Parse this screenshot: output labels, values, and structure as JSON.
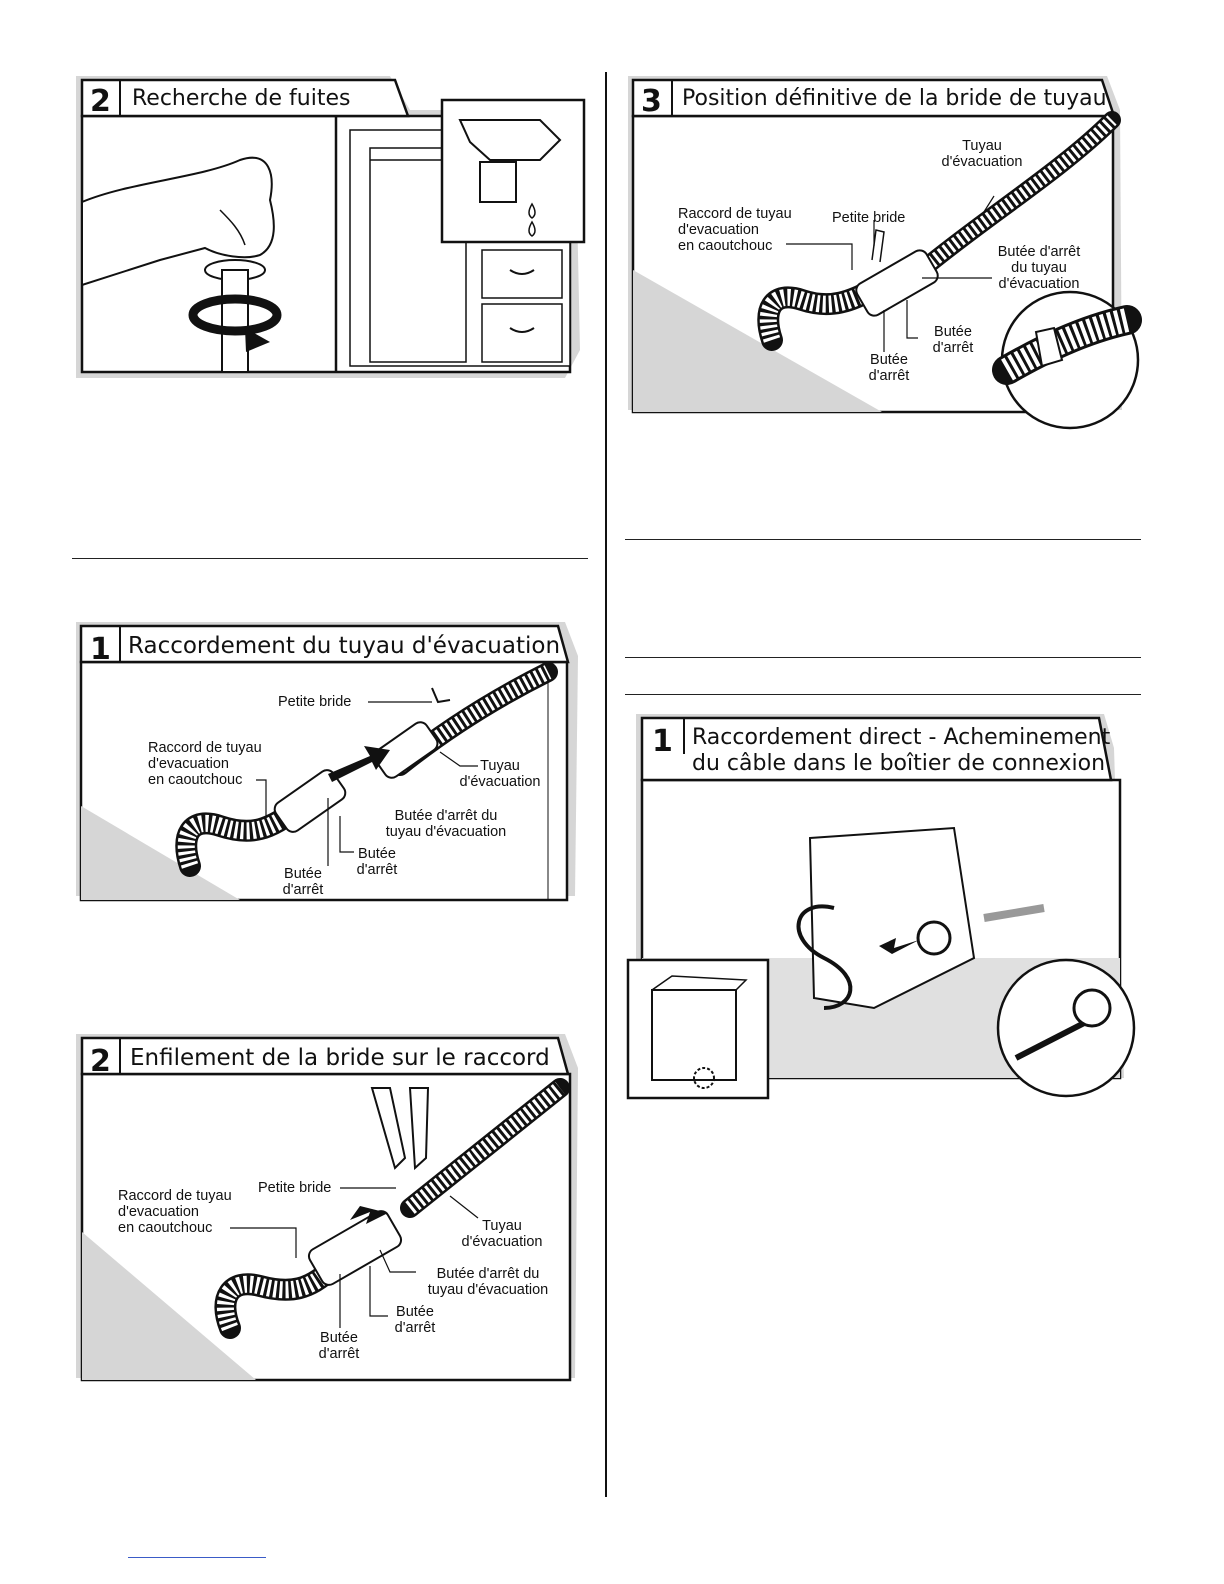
{
  "panel_leaks": {
    "number": "2",
    "title": "Recherche de fuites"
  },
  "panel_clamp_final": {
    "number": "3",
    "title": "Position définitive de la bride de tuyau",
    "labels": {
      "drain_hose_1": "Tuyau",
      "drain_hose_2": "d'évacuation",
      "rubber_1": "Raccord de tuyau",
      "rubber_2": "d'evacuation",
      "rubber_3": "en caoutchouc",
      "small_clamp": "Petite bride",
      "hose_stop_1": "Butée d'arrêt",
      "hose_stop_2": "du tuyau",
      "hose_stop_3": "d'évacuation",
      "stop_a_1": "Butée",
      "stop_a_2": "d'arrêt",
      "stop_b_1": "Butée",
      "stop_b_2": "d'arrêt"
    }
  },
  "panel_drain_connect": {
    "number": "1",
    "title": "Raccordement du tuyau d'évacuation",
    "labels": {
      "small_clamp": "Petite bride",
      "rubber_1": "Raccord de tuyau",
      "rubber_2": "d'evacuation",
      "rubber_3": "en caoutchouc",
      "drain_hose_1": "Tuyau",
      "drain_hose_2": "d'évacuation",
      "hose_stop_1": "Butée d'arrêt du",
      "hose_stop_2": "tuyau d'évacuation",
      "stop_a_1": "Butée",
      "stop_a_2": "d'arrêt",
      "stop_b_1": "Butée",
      "stop_b_2": "d'arrêt"
    }
  },
  "panel_clamp_slide": {
    "number": "2",
    "title": "Enfilement de la bride sur le raccord",
    "labels": {
      "small_clamp": "Petite bride",
      "rubber_1": "Raccord de tuyau",
      "rubber_2": "d'evacuation",
      "rubber_3": "en caoutchouc",
      "drain_hose_1": "Tuyau",
      "drain_hose_2": "d'évacuation",
      "hose_stop_1": "Butée d'arrêt du",
      "hose_stop_2": "tuyau d'évacuation",
      "stop_a_1": "Butée",
      "stop_a_2": "d'arrêt",
      "stop_b_1": "Butée",
      "stop_b_2": "d'arrêt"
    }
  },
  "panel_direct_wiring": {
    "number": "1",
    "title_line1": "Raccordement direct - Acheminement",
    "title_line2": "du câble dans le boîtier de connexion"
  }
}
